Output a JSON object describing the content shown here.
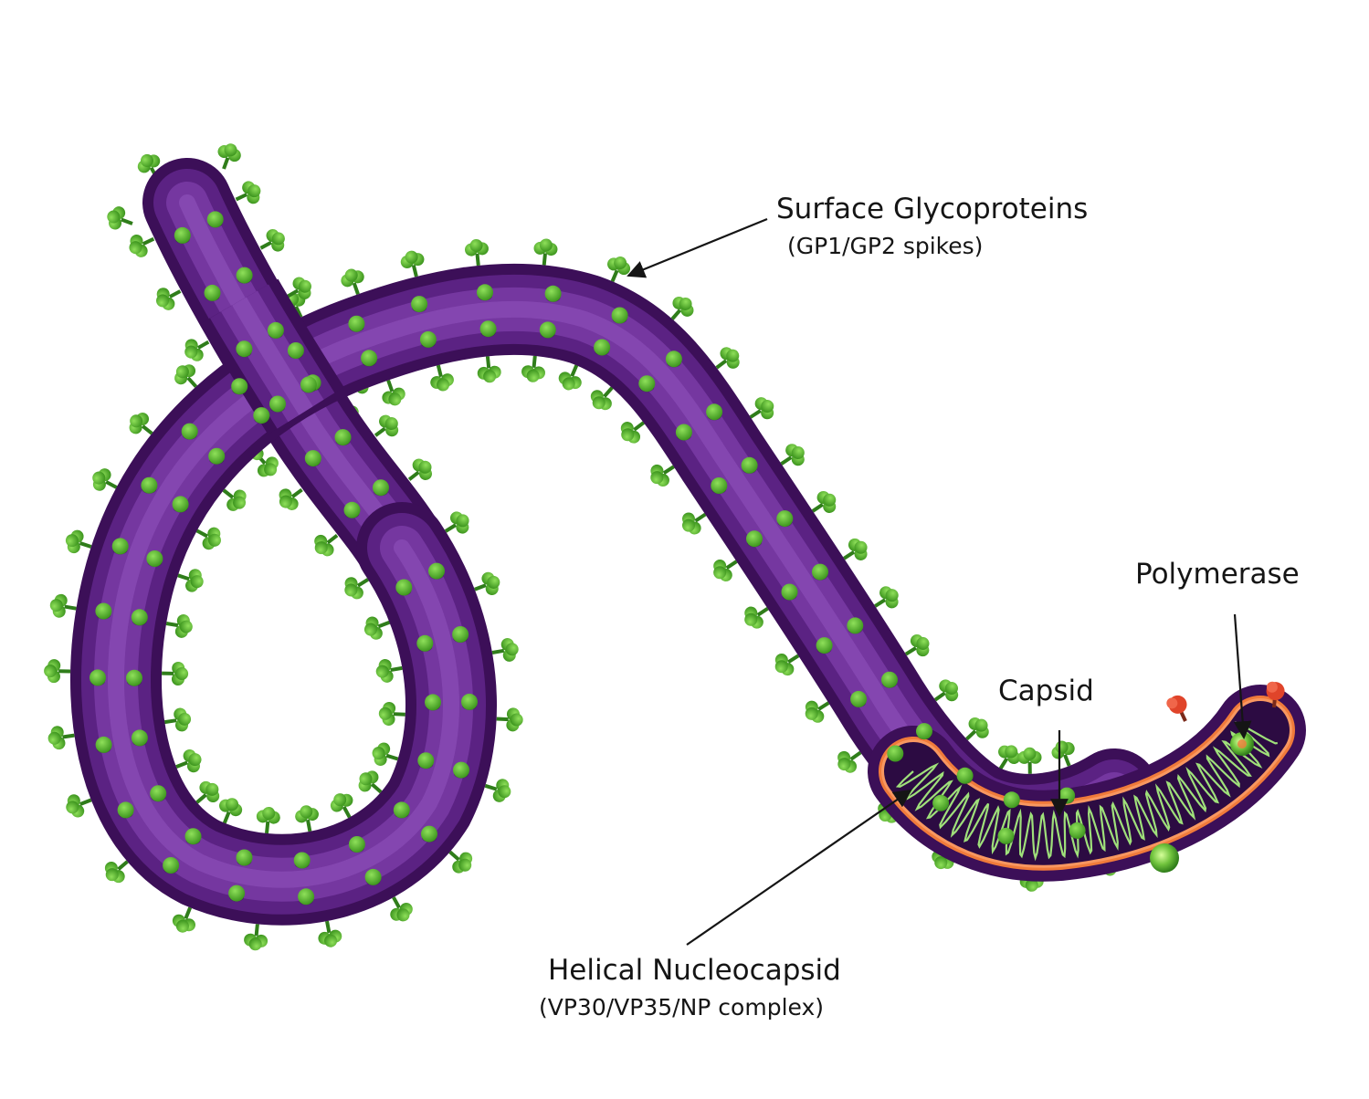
{
  "diagram": {
    "labels": {
      "glycoproteins_line1": "Surface Glycoproteins",
      "glycoproteins_line2": "(GP1/GP2 spikes)",
      "polymerase": "Polymerase",
      "capsid": "Capsid",
      "nucleocapsid_line1": "Helical Nucleocapsid",
      "nucleocapsid_line2": "(VP30/VP35/NP complex)"
    },
    "colors": {
      "background": "#ffffff",
      "envelope_dark": "#3c0f58",
      "envelope_mid": "#5b2283",
      "envelope_light": "#8a4cb5",
      "spike_green": "#5cb82e",
      "spike_green_dark": "#2f7d1a",
      "capsid_orange": "#f07a3a",
      "helix_green": "#9fe07a",
      "polymerase_red": "#e0442a",
      "text": "#151515"
    }
  }
}
